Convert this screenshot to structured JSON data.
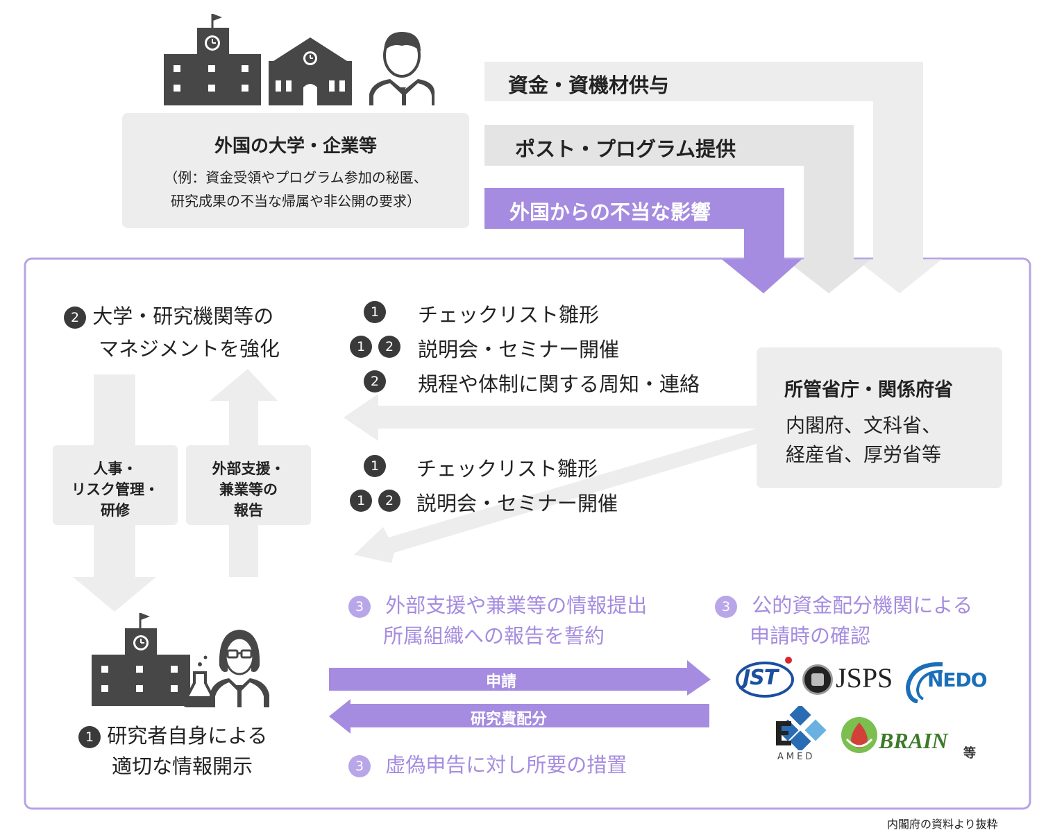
{
  "top": {
    "org_title": "外国の大学・企業等",
    "org_example_1": "（例：資金受領やプログラム参加の秘匿、",
    "org_example_2": "研究成果の不当な帰属や非公開の要求）",
    "flow_1": "資金・資機材供与",
    "flow_2": "ポスト・プログラム提供",
    "flow_3": "外国からの不当な影響"
  },
  "left": {
    "mgmt_num": "2",
    "mgmt_1": "大学・研究機関等の",
    "mgmt_2": "マネジメントを強化",
    "down_box_1": "人事・",
    "down_box_2": "リスク管理・",
    "down_box_3": "研修",
    "up_box_1": "外部支援・",
    "up_box_2": "兼業等の",
    "up_box_3": "報告",
    "researcher_num": "1",
    "researcher_1": "研究者自身による",
    "researcher_2": "適切な情報開示"
  },
  "upper_list": [
    {
      "nums": [
        "1"
      ],
      "text": "チェックリスト雛形"
    },
    {
      "nums": [
        "1",
        "2"
      ],
      "text": "説明会・セミナー開催"
    },
    {
      "nums": [
        "2"
      ],
      "text": "規程や体制に関する周知・連絡"
    }
  ],
  "lower_list": [
    {
      "nums": [
        "1"
      ],
      "text": "チェックリスト雛形"
    },
    {
      "nums": [
        "1",
        "2"
      ],
      "text": "説明会・セミナー開催"
    }
  ],
  "ministry": {
    "title": "所管省庁・関係府省",
    "line_1": "内閣府、文科省、",
    "line_2": "経産省、厚労省等"
  },
  "bottom": {
    "pledge_num": "3",
    "pledge_1": "外部支援や兼業等の情報提出",
    "pledge_2": "所属組織への報告を誓約",
    "confirm_num": "3",
    "confirm_1": "公的資金配分機関による",
    "confirm_2": "申請時の確認",
    "apply_label": "申請",
    "fund_label": "研究費配分",
    "measure_num": "3",
    "measure": "虚偽申告に対し所要の措置"
  },
  "logos": {
    "jst": "JST",
    "jsps": "JSPS",
    "nedo": "NEDO",
    "amed": "AMED",
    "brain": "BRAIN",
    "etc": "等"
  },
  "source": "内閣府の資料より抜粋",
  "colors": {
    "accent_purple": "#a58ce0",
    "panel_gray": "#ededee",
    "icon_dark": "#474747"
  }
}
